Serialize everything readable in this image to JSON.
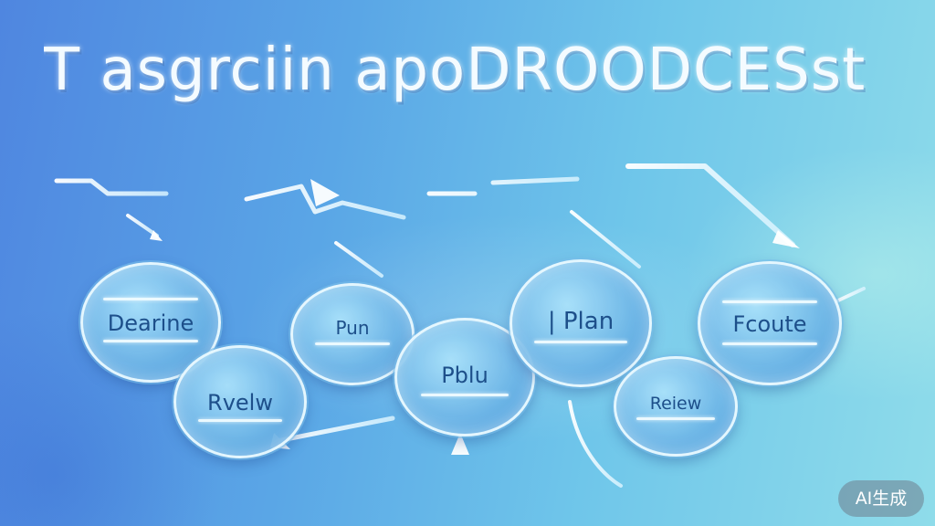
{
  "title": "T asgrciin apoDROODCESst",
  "nodes": [
    {
      "id": "define",
      "label": "Dearine"
    },
    {
      "id": "review-left",
      "label": "Rvelw"
    },
    {
      "id": "plan-small",
      "label": "Pun"
    },
    {
      "id": "plan-center",
      "label": "Pblu"
    },
    {
      "id": "plan-right",
      "label": "| Plan"
    },
    {
      "id": "review-right",
      "label": "Reiew"
    },
    {
      "id": "execute",
      "label": "Fcoute"
    }
  ],
  "badge": {
    "label": "AI生成"
  },
  "colors": {
    "background_left": "#4f86e0",
    "background_right": "#8fdcea",
    "node_fill": "#6fb4e4",
    "node_border": "#ebfaff",
    "label_text": "#1d4f8a"
  }
}
